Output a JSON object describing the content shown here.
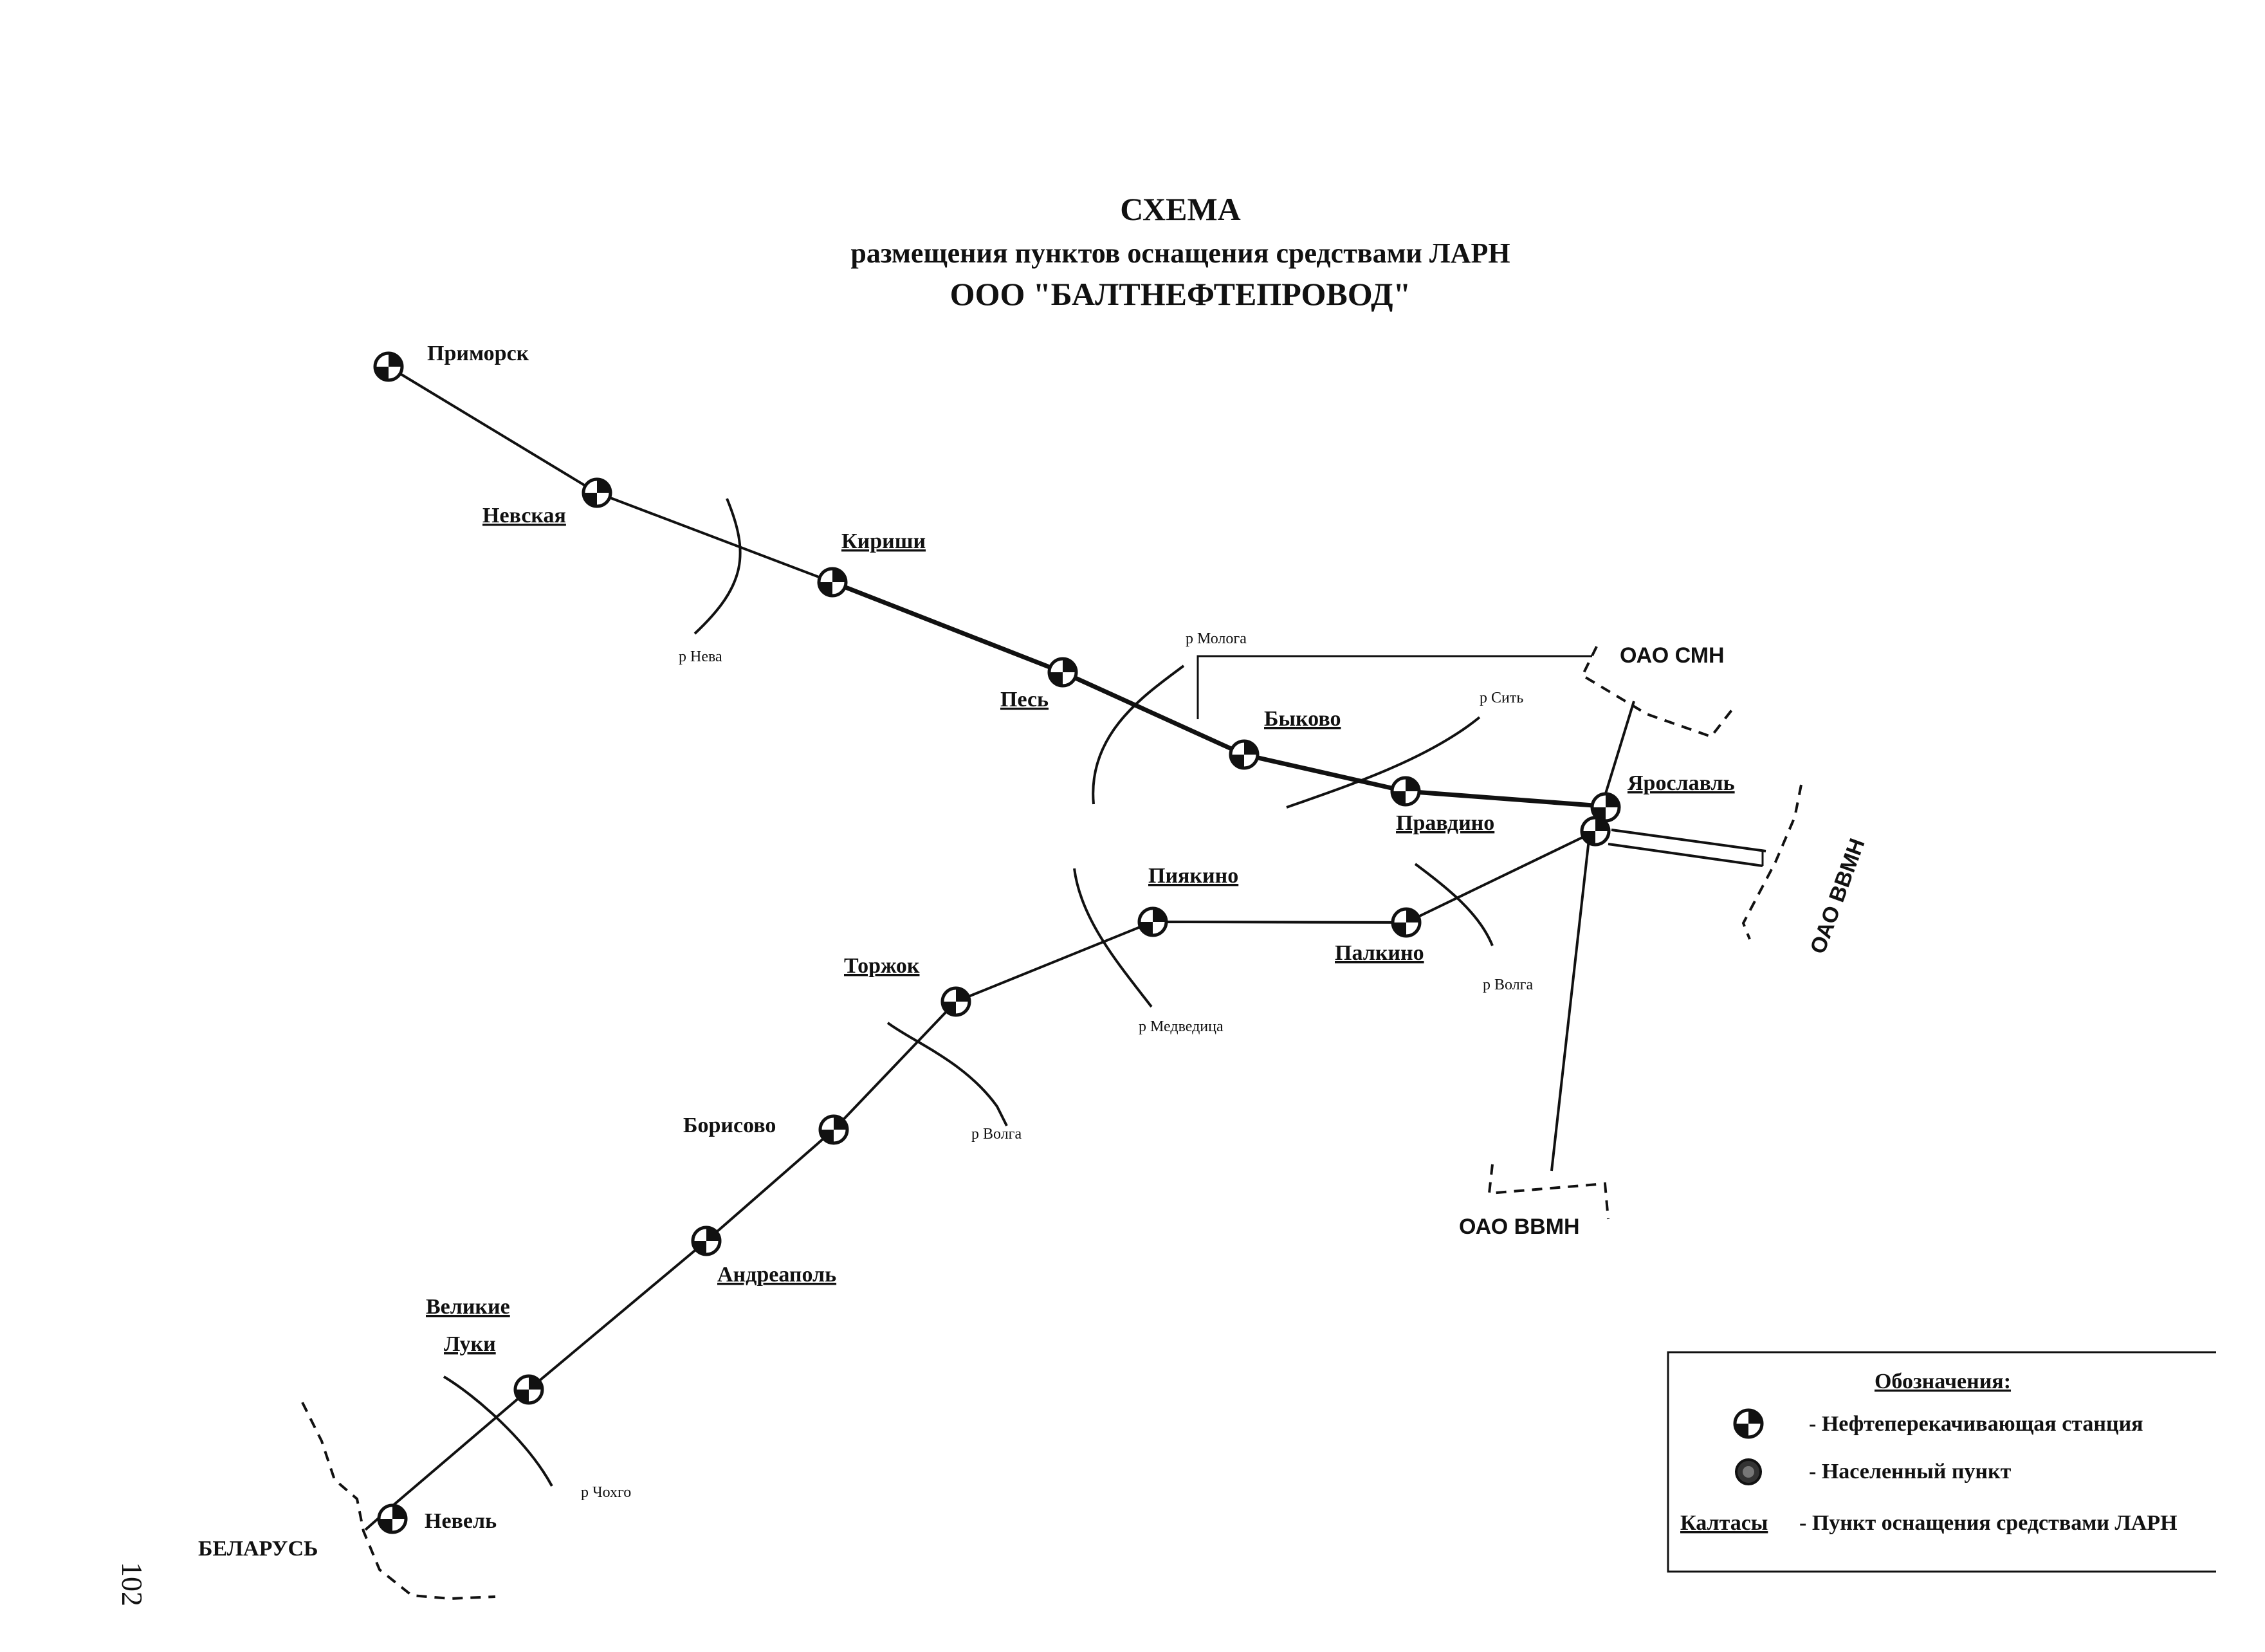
{
  "title": {
    "line1": "СХЕМА",
    "line2": "размещения пунктов оснащения средствами ЛАРН",
    "line3": "ООО \"БАЛТНЕФТЕПРОВОД\""
  },
  "stations": {
    "primorsk": "Приморск",
    "nevskaya": "Невская",
    "kirishi": "Кириши",
    "pes": "Песь",
    "bykovo": "Быково",
    "pravdino": "Правдино",
    "yaroslavl": "Ярославль",
    "palkino": "Палкино",
    "pyakino": "Пиякино",
    "torzhok": "Торжок",
    "borisovo": "Борисово",
    "andreapol": "Андреаполь",
    "velikie_luki_1": "Великие",
    "velikie_luki_2": "Луки",
    "nevel": "Невель"
  },
  "rivers": {
    "neva": "р Нева",
    "mologa": "р Мологa",
    "sit": "р Сить",
    "volga_1": "р Волга",
    "medveditsa": "р Медведица",
    "volga_2": "р Волга",
    "chovgo": "р Чохго"
  },
  "orgs": {
    "smn": "ОАО СМН",
    "vvmn_right": "ОАО ВВМН",
    "vvmn_bottom": "ОАО ВВМН"
  },
  "border": {
    "belarus": "БЕЛАРУСЬ"
  },
  "legend": {
    "title": "Обозначения:",
    "item1": "- Нефтеперекачивающая станция",
    "item2": "- Населенный пункт",
    "item3_key": "Калтасы",
    "item3": "- Пункт оснащения средствами ЛАРН"
  },
  "page_number": "102"
}
